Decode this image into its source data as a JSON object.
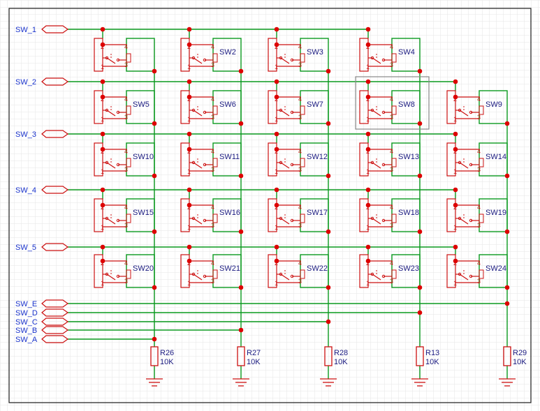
{
  "colors": {
    "background": "#ffffff",
    "grid": "#e6e6e6",
    "frame": "#1a1a1a",
    "wire": "#0a9a1e",
    "part": "#cc1010",
    "junction": "#dd0000",
    "label": "#1a1a80",
    "net_label": "#1a33cc",
    "selection": "#888888"
  },
  "nets": {
    "rows": [
      "SW_1",
      "SW_2",
      "SW_3",
      "SW_4",
      "SW_5"
    ],
    "cols": [
      "SW_A",
      "SW_B",
      "SW_C",
      "SW_D",
      "SW_E"
    ]
  },
  "switch_pins": {
    "top_left": "2",
    "bottom_left": "1",
    "top_right": "4",
    "bottom_right": "3"
  },
  "switch_rows": [
    [
      "",
      "SW2",
      "SW3",
      "SW4"
    ],
    [
      "SW5",
      "SW6",
      "SW7",
      "SW8",
      "SW9"
    ],
    [
      "SW10",
      "SW11",
      "SW12",
      "SW13",
      "SW14"
    ],
    [
      "SW15",
      "SW16",
      "SW17",
      "SW18",
      "SW19"
    ],
    [
      "SW20",
      "SW21",
      "SW22",
      "SW23",
      "SW24"
    ]
  ],
  "resistors": [
    {
      "name": "R26",
      "value": "10K"
    },
    {
      "name": "R27",
      "value": "10K"
    },
    {
      "name": "R28",
      "value": "10K"
    },
    {
      "name": "R13",
      "value": "10K"
    },
    {
      "name": "R29",
      "value": "10K"
    }
  ],
  "selected_switch": "SW8"
}
